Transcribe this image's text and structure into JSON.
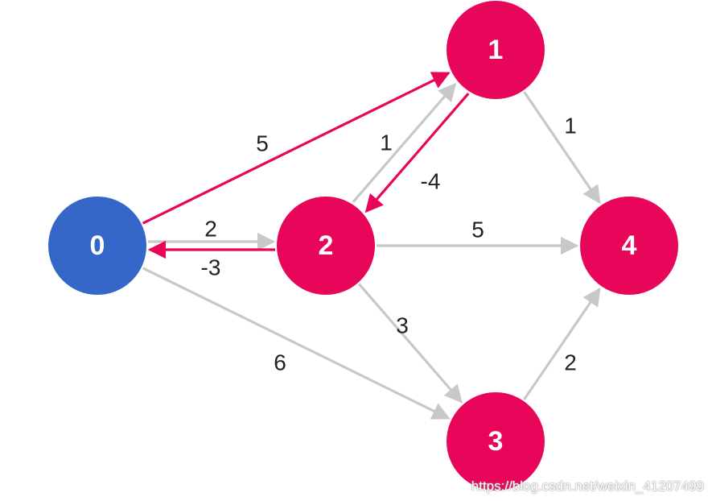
{
  "colors": {
    "source_node": "#3567c9",
    "node": "#e8065a",
    "edge_default": "#c8c8c8",
    "edge_highlight": "#e8065a"
  },
  "nodes": [
    {
      "id": "0",
      "label": "0",
      "role": "source"
    },
    {
      "id": "1",
      "label": "1",
      "role": "normal"
    },
    {
      "id": "2",
      "label": "2",
      "role": "normal"
    },
    {
      "id": "3",
      "label": "3",
      "role": "normal"
    },
    {
      "id": "4",
      "label": "4",
      "role": "normal"
    }
  ],
  "edges": [
    {
      "from": "0",
      "to": "1",
      "weight": "5",
      "highlight": true
    },
    {
      "from": "0",
      "to": "2",
      "weight": "2",
      "highlight": false
    },
    {
      "from": "2",
      "to": "0",
      "weight": "-3",
      "highlight": true
    },
    {
      "from": "2",
      "to": "1",
      "weight": "1",
      "highlight": false
    },
    {
      "from": "1",
      "to": "2",
      "weight": "-4",
      "highlight": true
    },
    {
      "from": "1",
      "to": "4",
      "weight": "1",
      "highlight": false
    },
    {
      "from": "2",
      "to": "4",
      "weight": "5",
      "highlight": false
    },
    {
      "from": "2",
      "to": "3",
      "weight": "3",
      "highlight": false
    },
    {
      "from": "0",
      "to": "3",
      "weight": "6",
      "highlight": false
    },
    {
      "from": "3",
      "to": "4",
      "weight": "2",
      "highlight": false
    }
  ],
  "watermark": "https://blog.csdn.net/weixin_41207499"
}
